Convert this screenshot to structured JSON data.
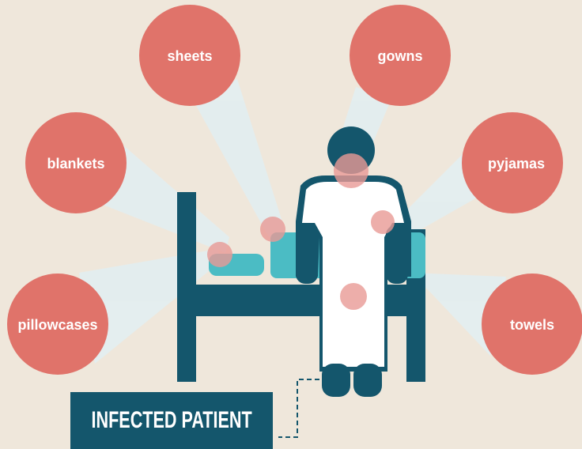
{
  "items": [
    {
      "id": "sheets",
      "label": "sheets"
    },
    {
      "id": "gowns",
      "label": "gowns"
    },
    {
      "id": "blankets",
      "label": "blankets"
    },
    {
      "id": "pyjamas",
      "label": "pyjamas"
    },
    {
      "id": "pillowcases",
      "label": "pillowcases"
    },
    {
      "id": "towels",
      "label": "towels"
    }
  ],
  "patient_label": "INFECTED PATIENT",
  "colors": {
    "background": "#efe7db",
    "circle": "#e0736a",
    "beam": "#e3eef0",
    "navy": "#14566c",
    "teal": "#4bbcc4",
    "contamination_spot": "#e99a96"
  }
}
